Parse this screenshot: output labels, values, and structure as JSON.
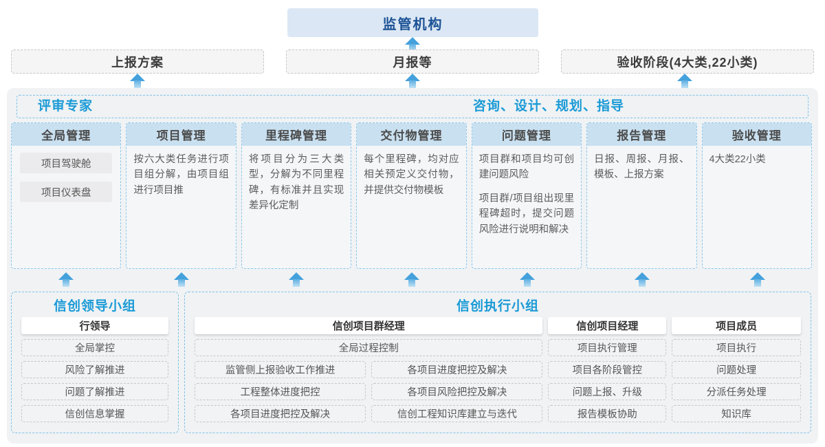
{
  "top": {
    "regulator": "监管机构",
    "channels": [
      {
        "label": "上报方案"
      },
      {
        "label": "月报等"
      },
      {
        "label": "验收阶段(4大类,22小类)"
      }
    ]
  },
  "main": {
    "experts_label": "评审专家",
    "advisory_label": "咨询、设计、规划、指导",
    "columns": [
      {
        "title": "全局管理",
        "buttons": [
          "项目驾驶舱",
          "项目仪表盘"
        ]
      },
      {
        "title": "项目管理",
        "paragraphs": [
          "按六大类任务进行项目组分解，由项目组进行项目推"
        ]
      },
      {
        "title": "里程碑管理",
        "paragraphs": [
          "将项目分为三大类型，分解为不同里程碑，有标准并且实现差异化定制"
        ]
      },
      {
        "title": "交付物管理",
        "paragraphs": [
          "每个里程碑，均对应相关预定义交付物，并提供交付物模板"
        ]
      },
      {
        "title": "问题管理",
        "paragraphs": [
          "项目群和项目均可创建问题风险",
          "项目群/项目组出现里程碑超时，提交问题风险进行说明和解决"
        ]
      },
      {
        "title": "报告管理",
        "paragraphs": [
          "日报、周报、月报、模板、上报方案"
        ]
      },
      {
        "title": "验收管理",
        "paragraphs": [
          "4大类22小类"
        ]
      }
    ]
  },
  "bottom": {
    "leader_group": {
      "title": "信创领导小组",
      "role": "行领导",
      "items": [
        "全局掌控",
        "风险了解推进",
        "问题了解推进",
        "信创信息掌握"
      ]
    },
    "exec_group": {
      "title": "信创执行小组",
      "pgm_manager": {
        "role": "信创项目群经理",
        "full_item": "全局过程控制",
        "left_items": [
          "监管侧上报验收工作推进",
          "工程整体进度把控",
          "各项目进度把控及解决"
        ],
        "right_items": [
          "各项目进度把控及解决",
          "各项目风险把控及解决",
          "信创工程知识库建立与迭代"
        ]
      },
      "proj_manager": {
        "role": "信创项目经理",
        "items": [
          "项目执行管理",
          "项目各阶段管控",
          "问题上报、升级",
          "报告模板协助"
        ]
      },
      "member": {
        "role": "项目成员",
        "items": [
          "项目执行",
          "问题处理",
          "分派任务处理",
          "知识库"
        ]
      }
    }
  },
  "colors": {
    "accent_blue": "#1a9ad6",
    "navy": "#1b5295",
    "regulator_bg": "#dbe7f4",
    "column_header_bg": "#c9e0f0",
    "panel_bg": "#f0f2f4",
    "arrow_blue": "#44a1dc",
    "dashed_blue_border": "#7fc2e8"
  }
}
